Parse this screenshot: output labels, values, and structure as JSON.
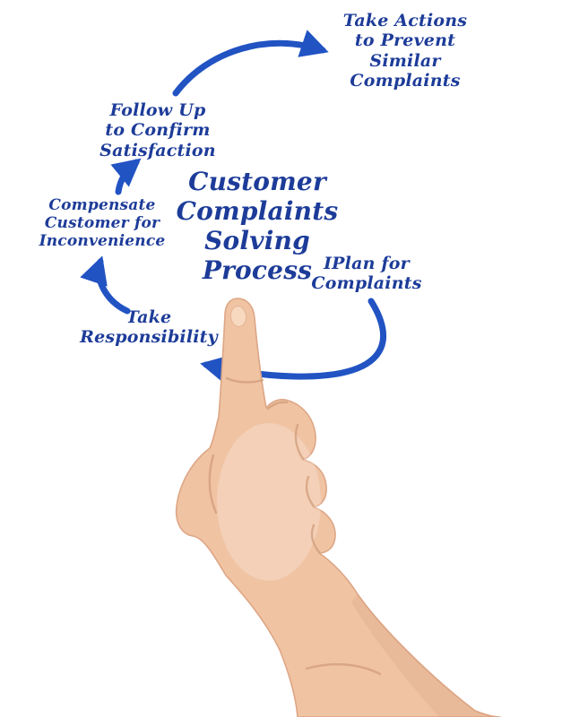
{
  "diagram": {
    "title_lines": [
      "Customer",
      "Complaints",
      "Solving",
      "Process"
    ]
  },
  "nodes": {
    "take_actions": {
      "lines": [
        "Take Actions",
        "to Prevent",
        "Similar",
        "Complaints"
      ]
    },
    "follow_up": {
      "lines": [
        "Follow Up",
        "to Confirm",
        "Satisfaction"
      ]
    },
    "compensate": {
      "lines": [
        "Compensate",
        "Customer for",
        "Inconvenience"
      ]
    },
    "plan": {
      "lines": [
        "IPlan for",
        "Complaints"
      ]
    },
    "responsibility": {
      "lines": [
        "Take",
        "Responsibility"
      ]
    }
  },
  "arrows": [
    {
      "from": "follow_up",
      "to": "take_actions"
    },
    {
      "from": "plan",
      "to": "responsibility"
    },
    {
      "from": "responsibility",
      "to": "compensate"
    },
    {
      "from": "compensate",
      "to": "follow_up"
    }
  ],
  "colors": {
    "text": "#1d3c99",
    "arrow": "#2153c3",
    "skin": "#f0c3a3",
    "skin_edge": "#dda685",
    "nail": "#f7d9c0"
  }
}
